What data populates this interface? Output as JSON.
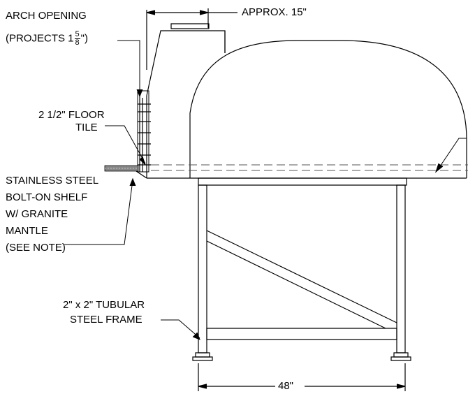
{
  "labels": {
    "approx_width": "APPROX. 15\"",
    "arch_opening": "ARCH OPENING",
    "arch_projects_prefix": "(PROJECTS 1",
    "arch_projects_num": "5",
    "arch_projects_den": "8",
    "arch_projects_suffix": "\")",
    "floor_tile_line1": "2 1/2\" FLOOR",
    "floor_tile_line2": "TILE",
    "shelf_line1": "STAINLESS STEEL",
    "shelf_line2": "BOLT-ON SHELF",
    "shelf_line3": "W/ GRANITE",
    "shelf_line4": "MANTLE",
    "shelf_line5": "(SEE NOTE)",
    "frame_line1": "2\" x 2\" TUBULAR",
    "frame_line2": "STEEL FRAME",
    "frame_width": "48\""
  }
}
